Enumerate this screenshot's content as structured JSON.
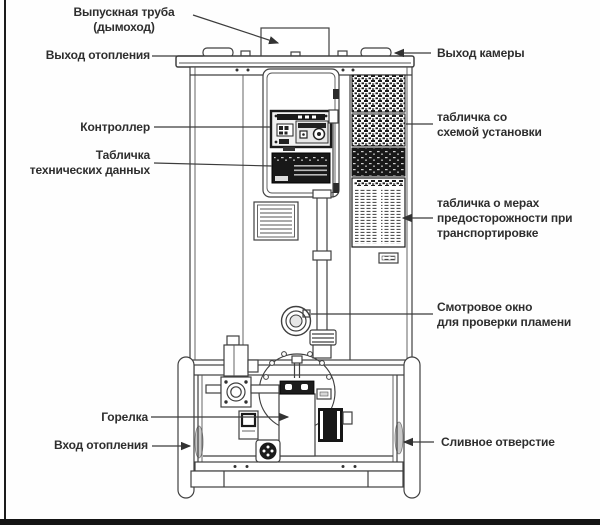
{
  "diagram": {
    "kind": "boiler-front-view-line-drawing",
    "labels": {
      "exhaust_pipe": "Выпускная труба\n(дымоход)",
      "heating_outlet": "Выход отопления",
      "controller": "Контроллер",
      "tech_data_plate": "Табличка\nтехнических данных",
      "burner": "Горелка",
      "heating_inlet": "Вход отопления",
      "chamber_outlet": "Выход камеры",
      "installation_plate": "табличка со\nсхемой установки",
      "transport_plate": "табличка о мерах\nпредосторожности при\nтранспортировке",
      "sight_glass": "Смотровое окно\nдля проверки пламени",
      "drain": "Сливное отверстие"
    },
    "colors": {
      "ink": "#404040",
      "label_text": "#2e2e2e",
      "dark_fill": "#1b1b1b",
      "background": "#fefefe",
      "bottom_rule": "#141414"
    }
  }
}
